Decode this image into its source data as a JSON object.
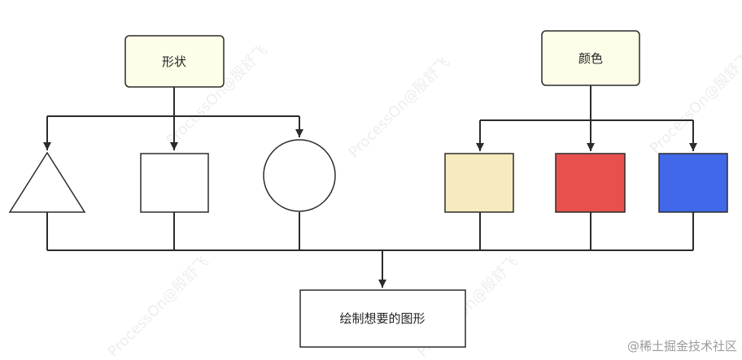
{
  "diagram": {
    "shape_node": {
      "label": "形状"
    },
    "color_node": {
      "label": "颜色"
    },
    "result_node": {
      "label": "绘制想要的图形"
    }
  },
  "colors": {
    "yellow_box": "#fdfde9",
    "beige_swatch": "#f5ebbe",
    "red_swatch": "#e8504e",
    "blue_swatch": "#4168e8",
    "line": "#2b2b2b"
  },
  "watermark": {
    "text": "ProcessOn@殷舒飞"
  },
  "credit": {
    "text": "@稀土掘金技术社区"
  }
}
